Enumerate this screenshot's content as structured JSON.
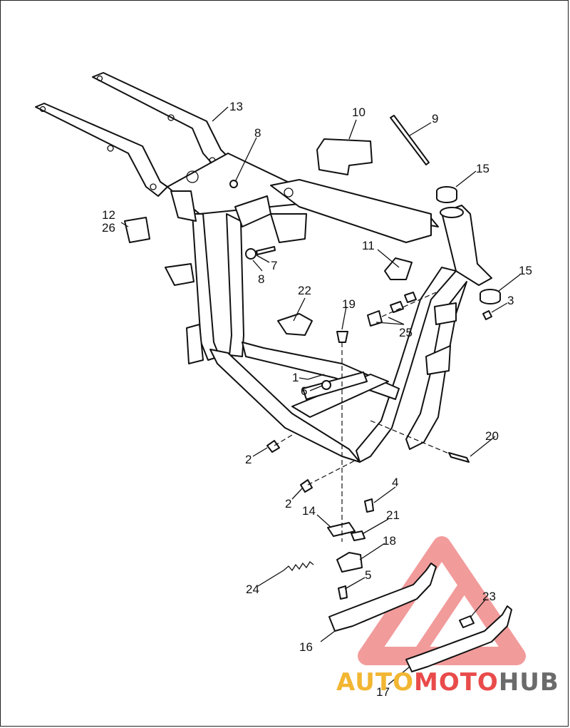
{
  "callouts": [
    {
      "id": "c13",
      "label": "13"
    },
    {
      "id": "c8a",
      "label": "8"
    },
    {
      "id": "c10",
      "label": "10"
    },
    {
      "id": "c9",
      "label": "9"
    },
    {
      "id": "c15a",
      "label": "15"
    },
    {
      "id": "c12",
      "label": "12"
    },
    {
      "id": "c26",
      "label": "26"
    },
    {
      "id": "c11",
      "label": "11"
    },
    {
      "id": "c7",
      "label": "7"
    },
    {
      "id": "c8b",
      "label": "8"
    },
    {
      "id": "c15b",
      "label": "15"
    },
    {
      "id": "c3",
      "label": "3"
    },
    {
      "id": "c22",
      "label": "22"
    },
    {
      "id": "c19",
      "label": "19"
    },
    {
      "id": "c25",
      "label": "25"
    },
    {
      "id": "c1",
      "label": "1"
    },
    {
      "id": "c6",
      "label": "6"
    },
    {
      "id": "c20",
      "label": "20"
    },
    {
      "id": "c2a",
      "label": "2"
    },
    {
      "id": "c4",
      "label": "4"
    },
    {
      "id": "c2b",
      "label": "2"
    },
    {
      "id": "c14",
      "label": "14"
    },
    {
      "id": "c21",
      "label": "21"
    },
    {
      "id": "c18",
      "label": "18"
    },
    {
      "id": "c5",
      "label": "5"
    },
    {
      "id": "c24",
      "label": "24"
    },
    {
      "id": "c23",
      "label": "23"
    },
    {
      "id": "c16",
      "label": "16"
    },
    {
      "id": "c17",
      "label": "17"
    }
  ],
  "watermark": {
    "part1": "AUTO",
    "part2": "MOTO",
    "part3": "HUB",
    "color_primary": "#e94b4b",
    "color_secondary": "#f2b632",
    "color_tertiary": "#6b6b6b"
  }
}
